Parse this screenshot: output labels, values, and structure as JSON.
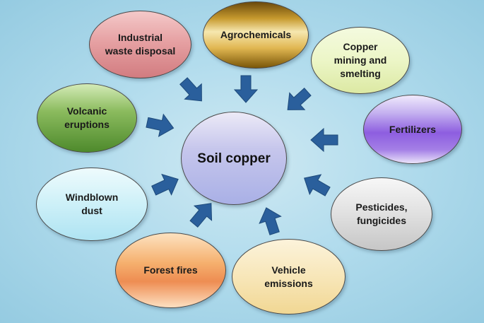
{
  "diagram": {
    "center": {
      "label": "Soil copper"
    },
    "sources": {
      "industrial": {
        "label": "Industrial\nwaste disposal"
      },
      "agro": {
        "label": "Agrochemicals"
      },
      "copper": {
        "label": "Copper\nmining and\nsmelting"
      },
      "volcanic": {
        "label": "Volcanic\neruptions"
      },
      "fertilizers": {
        "label": "Fertilizers"
      },
      "windblown": {
        "label": "Windblown\ndust"
      },
      "pesticides": {
        "label": "Pesticides,\nfungicides"
      },
      "forest": {
        "label": "Forest fires"
      },
      "vehicle": {
        "label": "Vehicle\nemissions"
      }
    },
    "colors": {
      "arrow": "#2a5f9c",
      "background": "#b2dced"
    }
  }
}
